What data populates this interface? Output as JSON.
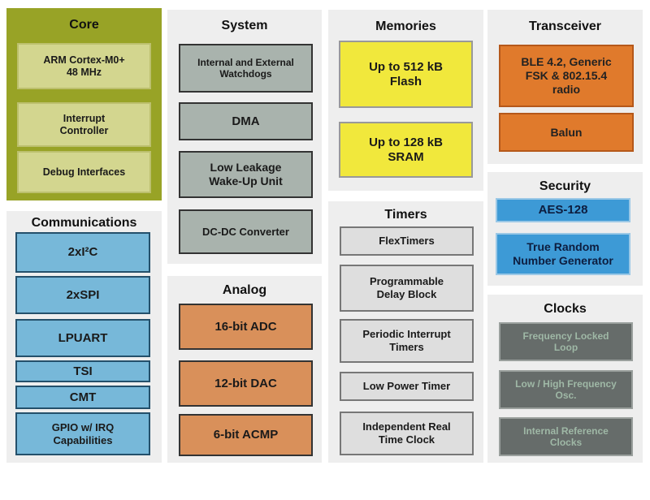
{
  "core": {
    "title": "Core",
    "blocks": [
      "ARM Cortex-M0+\n48 MHz",
      "Interrupt\nController",
      "Debug Interfaces"
    ]
  },
  "system": {
    "title": "System",
    "blocks": [
      "Internal and External\nWatchdogs",
      "DMA",
      "Low Leakage\nWake-Up Unit",
      "DC-DC Converter"
    ]
  },
  "memories": {
    "title": "Memories",
    "blocks": [
      "Up to 512 kB\nFlash",
      "Up to 128 kB\nSRAM"
    ]
  },
  "transceiver": {
    "title": "Transceiver",
    "blocks": [
      "BLE 4.2, Generic\nFSK  & 802.15.4\nradio",
      "Balun"
    ]
  },
  "communications": {
    "title": "Communications",
    "blocks": [
      "2xI²C",
      "2xSPI",
      "LPUART",
      "TSI",
      "CMT",
      "GPIO w/ IRQ\nCapabilities"
    ]
  },
  "analog": {
    "title": "Analog",
    "blocks": [
      "16-bit ADC",
      "12-bit DAC",
      "6-bit ACMP"
    ]
  },
  "timers": {
    "title": "Timers",
    "blocks": [
      "FlexTimers",
      "Programmable\nDelay Block",
      "Periodic Interrupt\nTimers",
      "Low Power Timer",
      "Independent Real\nTime Clock"
    ]
  },
  "security": {
    "title": "Security",
    "blocks": [
      "AES-128",
      "True Random\nNumber Generator"
    ]
  },
  "clocks": {
    "title": "Clocks",
    "blocks": [
      "Frequency Locked\nLoop",
      "Low / High Frequency\nOsc.",
      "Internal Reference\nClocks"
    ]
  }
}
